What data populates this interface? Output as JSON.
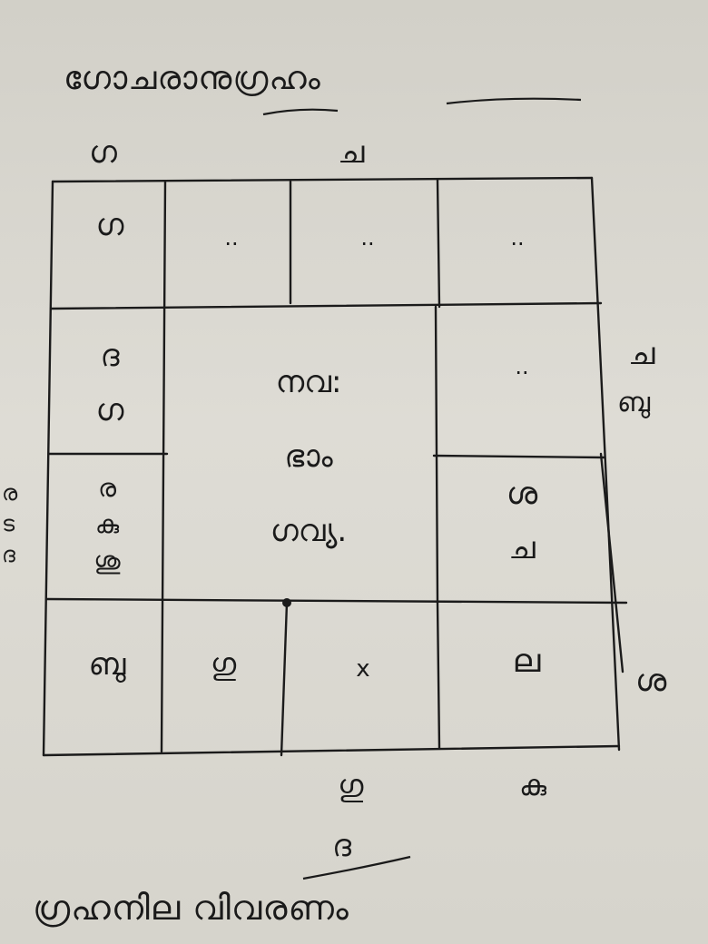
{
  "page": {
    "title": "ഗോചരാനുഗ്രഹം",
    "footer": "ഗ്രഹനില വിവരണം",
    "annotations": {
      "top_left": "ഗ",
      "top_mid": "ച",
      "right_1": "ച",
      "right_2": "ബു",
      "right_3": "ശ",
      "left_edge": [
        "ര",
        "ട",
        "ദ"
      ],
      "below_1": "ഗു",
      "below_2": "കു",
      "below_3": "ദ"
    }
  },
  "chart": {
    "row1": [
      "ഗ",
      "..",
      "..",
      ".."
    ],
    "row2": {
      "left": [
        "ദ",
        "ഗ"
      ],
      "right": ".."
    },
    "center": [
      "നവ:",
      "ഭാം",
      "ഗവ്യ."
    ],
    "row3": {
      "left": [
        "ര",
        "കു",
        "ശു"
      ],
      "right": [
        "ശ",
        "ച"
      ]
    },
    "row4": [
      "ബു",
      "ഗു",
      "x",
      "ല"
    ]
  }
}
